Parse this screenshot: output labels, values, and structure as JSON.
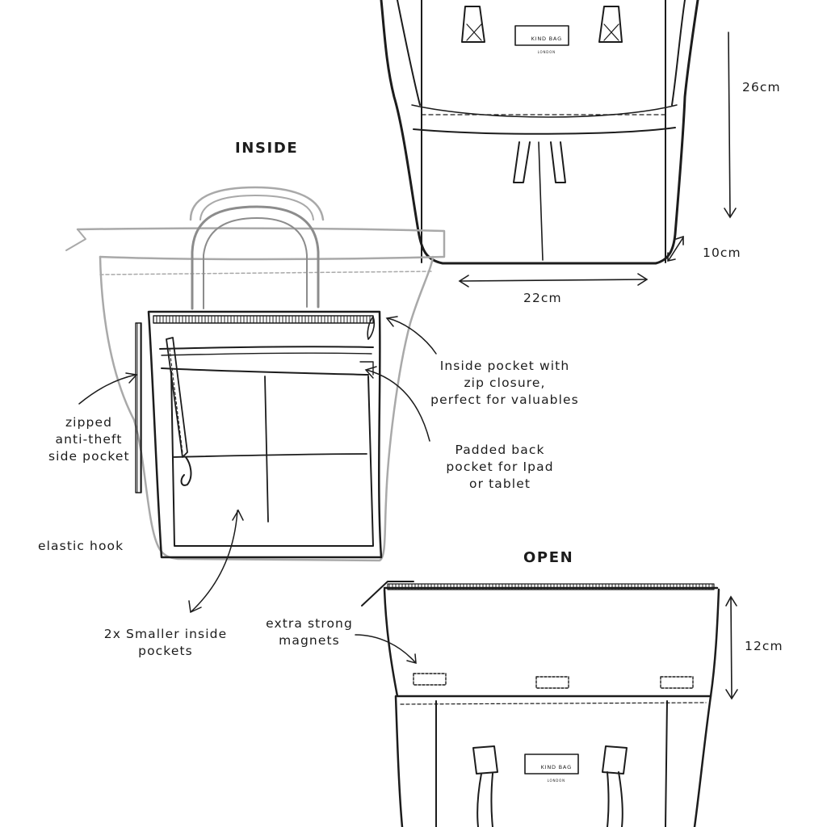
{
  "headings": {
    "inside": "INSIDE",
    "open": "OPEN"
  },
  "dimensions": {
    "height": "26cm",
    "depth": "10cm",
    "width": "22cm",
    "roll_top": "12cm"
  },
  "callouts": {
    "side_pocket": "zipped\nanti-theft\nside pocket",
    "elastic_hook": "elastic hook",
    "small_pockets": "2x Smaller inside\npockets",
    "inside_zip_pocket": "Inside pocket with\nzip closure,\nperfect for valuables",
    "back_pocket": "Padded back\npocket for Ipad\nor tablet",
    "magnets": "extra strong\nmagnets"
  },
  "brand": {
    "name": "KIND BAG",
    "sub": "LONDON"
  },
  "colors": {
    "ink": "#1c1c1c",
    "outline_grey": "#a9a9a9"
  }
}
